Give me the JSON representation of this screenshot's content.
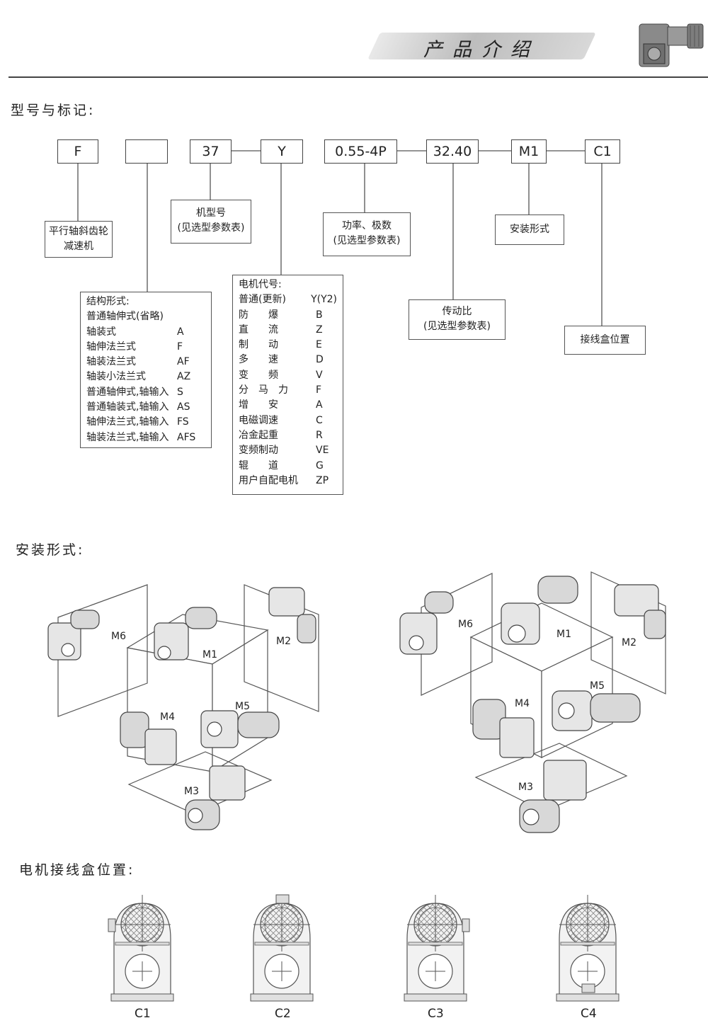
{
  "header": {
    "title": "产品介绍"
  },
  "sections": {
    "model": "型号与标记:",
    "mounting": "安装形式:",
    "terminal": "电机接线盒位置:"
  },
  "code_boxes": [
    {
      "text": "F"
    },
    {
      "text": ""
    },
    {
      "text": "37"
    },
    {
      "text": "Y"
    },
    {
      "text": "0.55-4P"
    },
    {
      "text": "32.40"
    },
    {
      "text": "M1"
    },
    {
      "text": "C1"
    }
  ],
  "labels": {
    "product": [
      "平行轴斜齿轮",
      "减速机"
    ],
    "frame": [
      "机型号",
      "(见选型参数表)"
    ],
    "power": [
      "功率、极数",
      "(见选型参数表)"
    ],
    "mounting": [
      "安装形式"
    ],
    "ratio": [
      "传动比",
      "(见选型参数表)"
    ],
    "terminal": [
      "接线盒位置"
    ]
  },
  "structure": {
    "title": "结构形式:",
    "items": [
      {
        "name": "普通轴伸式(省略)",
        "code": ""
      },
      {
        "name": "轴装式",
        "code": "A"
      },
      {
        "name": "轴伸法兰式",
        "code": "F"
      },
      {
        "name": "轴装法兰式",
        "code": "AF"
      },
      {
        "name": "轴装小法兰式",
        "code": "AZ"
      },
      {
        "name": "普通轴伸式,轴输入",
        "code": "S"
      },
      {
        "name": "普通轴装式,轴输入",
        "code": "AS"
      },
      {
        "name": "轴伸法兰式,轴输入",
        "code": "FS"
      },
      {
        "name": "轴装法兰式,轴输入",
        "code": "AFS"
      }
    ]
  },
  "motor": {
    "title": "电机代号:",
    "items": [
      {
        "name": "普通(更新)",
        "code": "Y(Y2)"
      },
      {
        "name": "防　　爆",
        "code": "B"
      },
      {
        "name": "直　　流",
        "code": "Z"
      },
      {
        "name": "制　　动",
        "code": "E"
      },
      {
        "name": "多　　速",
        "code": "D"
      },
      {
        "name": "变　　频",
        "code": "V"
      },
      {
        "name": "分　马　力",
        "code": "F"
      },
      {
        "name": "增　　安",
        "code": "A"
      },
      {
        "name": "电磁调速",
        "code": "C"
      },
      {
        "name": "冶金起重",
        "code": "R"
      },
      {
        "name": "变频制动",
        "code": "VE"
      },
      {
        "name": "辊　　道",
        "code": "G"
      },
      {
        "name": "用户自配电机",
        "code": "ZP"
      }
    ]
  },
  "mount_positions": [
    "M1",
    "M2",
    "M3",
    "M4",
    "M5",
    "M6"
  ],
  "terminal_positions": [
    "C1",
    "C2",
    "C3",
    "C4"
  ]
}
